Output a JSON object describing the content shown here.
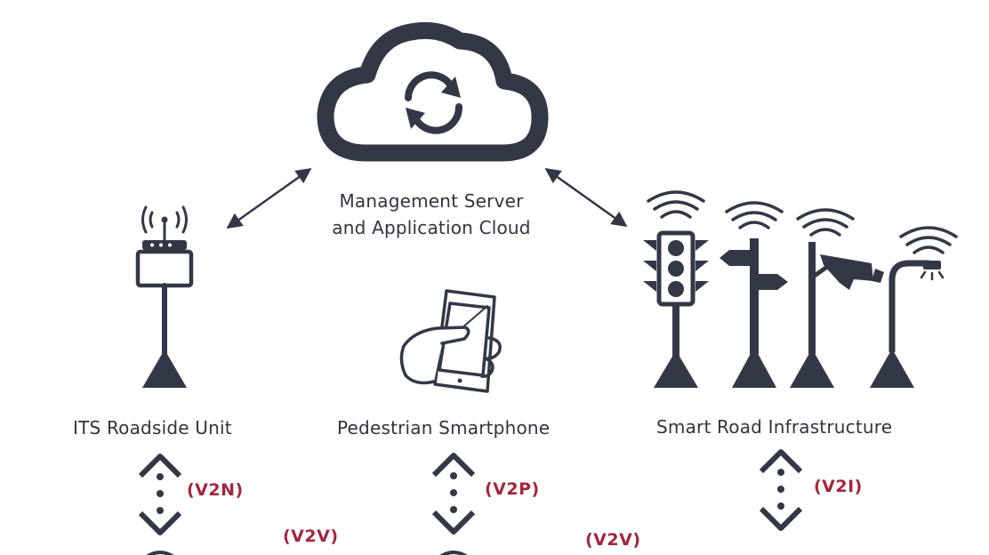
{
  "cloud": {
    "label_line1": "Management Server",
    "label_line2": "and Application Cloud"
  },
  "nodes": {
    "roadside_unit": "ITS Roadside Unit",
    "smartphone": "Pedestrian Smartphone",
    "infrastructure": "Smart Road Infrastructure"
  },
  "links": {
    "v2n": "(V2N)",
    "v2p": "(V2P)",
    "v2i": "(V2I)",
    "v2v_left": "(V2V)",
    "v2v_right": "(V2V)"
  },
  "colors": {
    "icon": "#323846",
    "tag": "#a3263e",
    "text": "#2e3441"
  }
}
